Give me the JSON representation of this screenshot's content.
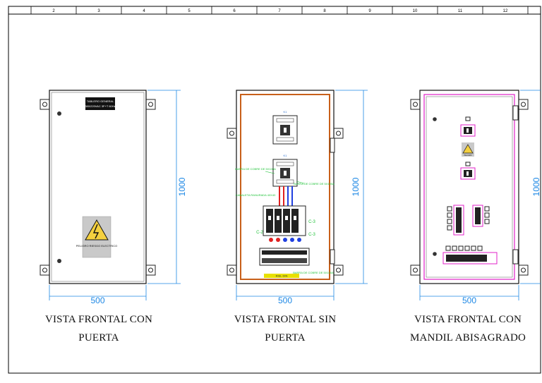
{
  "ruler": {
    "numbers": [
      "2",
      "3",
      "4",
      "5",
      "6",
      "7",
      "8",
      "9",
      "10",
      "11",
      "12"
    ]
  },
  "views": [
    {
      "id": "door",
      "caption_line1": "VISTA FRONTAL CON",
      "caption_line2": "PUERTA",
      "dim_width": "500",
      "dim_height": "1000",
      "nameplate_line1": "TABLERO GENERAL",
      "nameplate_line2": "380/220VAC  3F+T  60Hz",
      "warning_label": "PELIGRO RIESGO ELECTRICO"
    },
    {
      "id": "no-door",
      "caption_line1": "VISTA FRONTAL SIN",
      "caption_line2": "PUERTA",
      "dim_width": "500",
      "dim_height": "1000",
      "labels": {
        "contactor_top": "K1",
        "contactor_mid": "K1",
        "note_left1": "BARRA DE COBRE DE 5X100A",
        "note_right1": "BARRA DE COBRE DE 5X100A",
        "note_left2": "CANALETA RANURADA 40X40",
        "c3_top": "C-3",
        "c2": "C-2",
        "c3_bottom": "C-3",
        "note_bottom": "BARRA DE COBRE DE 5X100A",
        "bottom_strip": "RIEL DIN"
      }
    },
    {
      "id": "hinged",
      "caption_line1": "VISTA FRONTAL CON",
      "caption_line2": "MANDIL ABISAGRADO",
      "dim_width": "500",
      "dim_height": "1000",
      "warning_label": "PELIGRO"
    }
  ],
  "colors": {
    "dimension": "#1e88e5",
    "cabinet_edge": "#222222",
    "panel_orange": "#c8601a",
    "mandil_magenta": "#e020c8",
    "note_green": "#22c33b",
    "note_yellow": "#e8e000",
    "wire_red": "#e02020",
    "wire_blue": "#2040e0"
  }
}
